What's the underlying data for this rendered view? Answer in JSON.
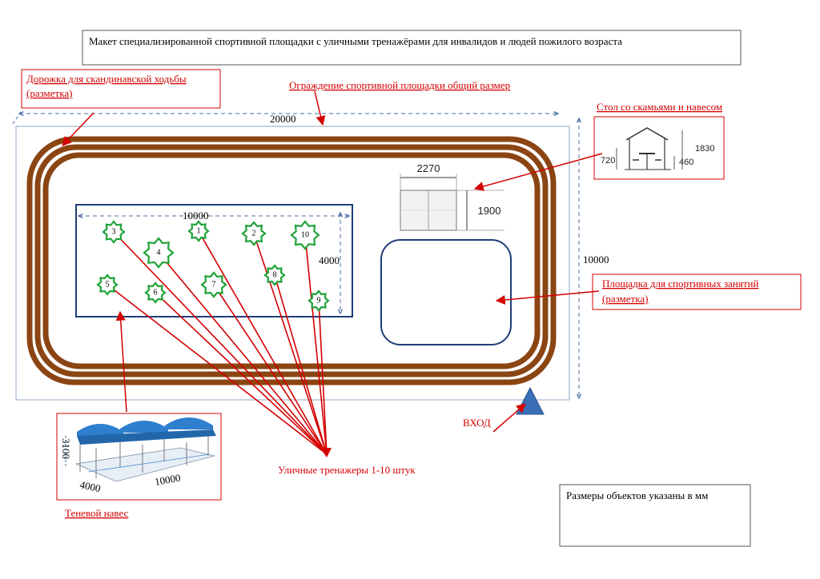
{
  "title": "Макет специализированной спортивной площадки с уличными тренажёрами для инвалидов и людей пожилого возраста",
  "labels": {
    "walking_path_line1": "Дорожка для скандинавской ходьбы",
    "walking_path_line2": " (разметка)",
    "fence_total": "Ограждение спортивной площадки общий размер",
    "table_benches": "Стол со скамьями и навесом",
    "sports_area_line1": "Площадка для спортивных занятий",
    "sports_area_line2": " (разметка)",
    "entrance": "ВХОД",
    "trainers": "Уличные тренажеры 1-10 штук",
    "shade_canopy": "Теневой навес",
    "units_note": "Размеры объектов указаны в мм"
  },
  "dimensions": {
    "fence_width": "20000",
    "fence_height": "10000",
    "shade_zone_width": "10000",
    "shade_zone_height": "4000",
    "table_width": "2270",
    "table_depth": "1900",
    "table_inset_height": "1830",
    "table_inset_table_height": "720",
    "table_inset_bench_height": "460",
    "canopy_height": "3100",
    "canopy_width": "4000",
    "canopy_length": "10000"
  },
  "trainers": [
    "1",
    "2",
    "3",
    "4",
    "5",
    "6",
    "7",
    "8",
    "9",
    "10"
  ],
  "colors": {
    "red": "#d40000",
    "track_brown": "#8b4513",
    "dark_blue": "#1f3d78",
    "dashed_blue": "#4a6fa8",
    "star_green": "#21a33a",
    "triangle_blue": "#3a6fb8"
  }
}
